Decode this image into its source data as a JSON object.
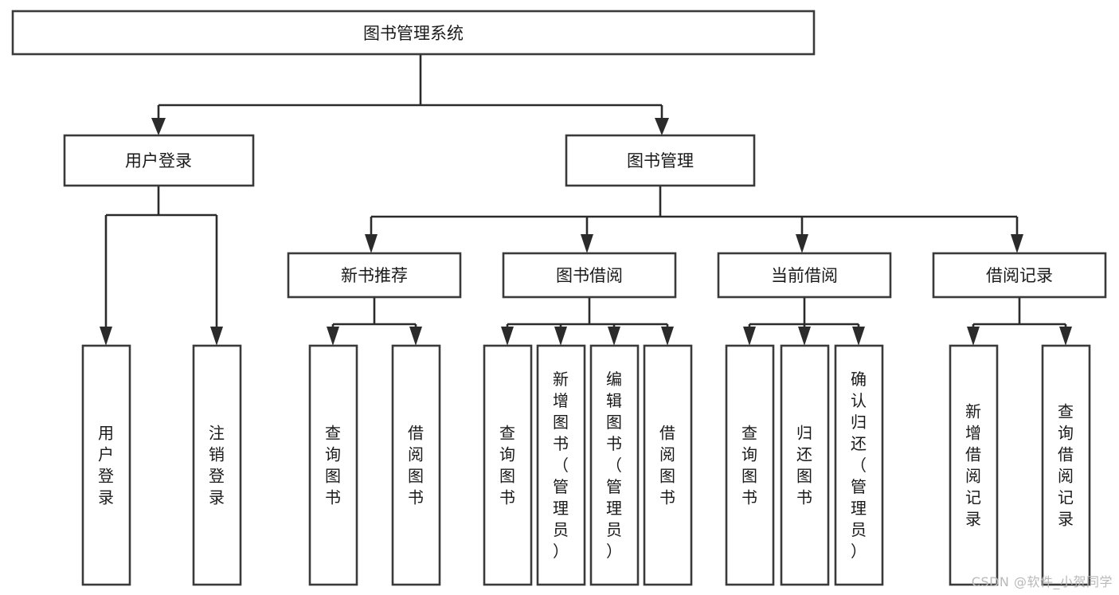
{
  "diagram": {
    "title": "图书管理系统",
    "type": "tree-hierarchy-chart",
    "watermark": "CSDN @软件_小贺同学",
    "colors": {
      "box_stroke": "#3a3a3a",
      "connector": "#2b2b2b",
      "box_fill": "#ffffff",
      "text": "#1a1a1a",
      "watermark": "#b9b9b9",
      "background": "#ffffff"
    },
    "root": {
      "id": "root",
      "label": "图书管理系统",
      "orientation": "horizontal"
    },
    "level2": [
      {
        "id": "user-login",
        "label": "用户登录",
        "orientation": "horizontal"
      },
      {
        "id": "book-manage",
        "label": "图书管理",
        "orientation": "horizontal"
      }
    ],
    "level3": [
      {
        "id": "new-book-recommend",
        "label": "新书推荐",
        "orientation": "horizontal",
        "parent": "book-manage"
      },
      {
        "id": "book-borrow",
        "label": "图书借阅",
        "orientation": "horizontal",
        "parent": "book-manage"
      },
      {
        "id": "current-borrow",
        "label": "当前借阅",
        "orientation": "horizontal",
        "parent": "book-manage"
      },
      {
        "id": "borrow-record",
        "label": "借阅记录",
        "orientation": "horizontal",
        "parent": "book-manage"
      }
    ],
    "leaves": [
      {
        "id": "leaf-user-login",
        "label": "用户登录",
        "orientation": "vertical",
        "parent": "user-login"
      },
      {
        "id": "leaf-logout-login",
        "label": "注销登录",
        "orientation": "vertical",
        "parent": "user-login"
      },
      {
        "id": "leaf-query-book-1",
        "label": "查询图书",
        "orientation": "vertical",
        "parent": "new-book-recommend"
      },
      {
        "id": "leaf-borrow-book-1",
        "label": "借阅图书",
        "orientation": "vertical",
        "parent": "new-book-recommend"
      },
      {
        "id": "leaf-query-book-2",
        "label": "查询图书",
        "orientation": "vertical",
        "parent": "book-borrow"
      },
      {
        "id": "leaf-add-book-admin",
        "label": "新增图书（管理员）",
        "orientation": "vertical",
        "parent": "book-borrow"
      },
      {
        "id": "leaf-edit-book-admin",
        "label": "编辑图书（管理员）",
        "orientation": "vertical",
        "parent": "book-borrow"
      },
      {
        "id": "leaf-borrow-book-2",
        "label": "借阅图书",
        "orientation": "vertical",
        "parent": "book-borrow"
      },
      {
        "id": "leaf-query-book-3",
        "label": "查询图书",
        "orientation": "vertical",
        "parent": "current-borrow"
      },
      {
        "id": "leaf-return-book",
        "label": "归还图书",
        "orientation": "vertical",
        "parent": "current-borrow"
      },
      {
        "id": "leaf-confirm-return-admin",
        "label": "确认归还（管理员）",
        "orientation": "vertical",
        "parent": "current-borrow"
      },
      {
        "id": "leaf-add-borrow-record",
        "label": "新增借阅记录",
        "orientation": "vertical",
        "parent": "borrow-record"
      },
      {
        "id": "leaf-query-borrow-record",
        "label": "查询借阅记录",
        "orientation": "vertical",
        "parent": "borrow-record"
      }
    ]
  }
}
